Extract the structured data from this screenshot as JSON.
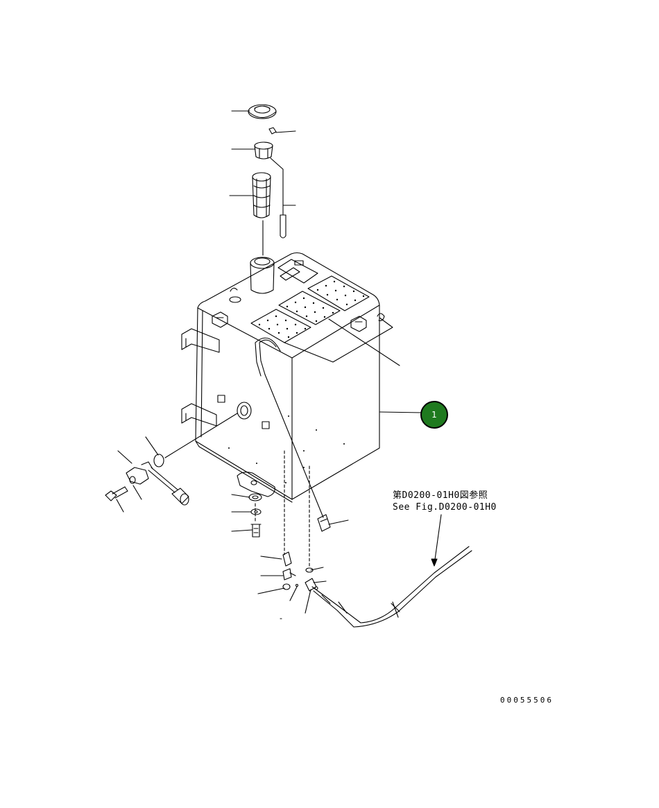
{
  "callout": {
    "number": "1",
    "color": "#1f7a1f"
  },
  "reference_note": {
    "line1": "第D0200-01H0図参照",
    "line2": "See Fig.D0200-01H0"
  },
  "drawing_number": "00055506"
}
